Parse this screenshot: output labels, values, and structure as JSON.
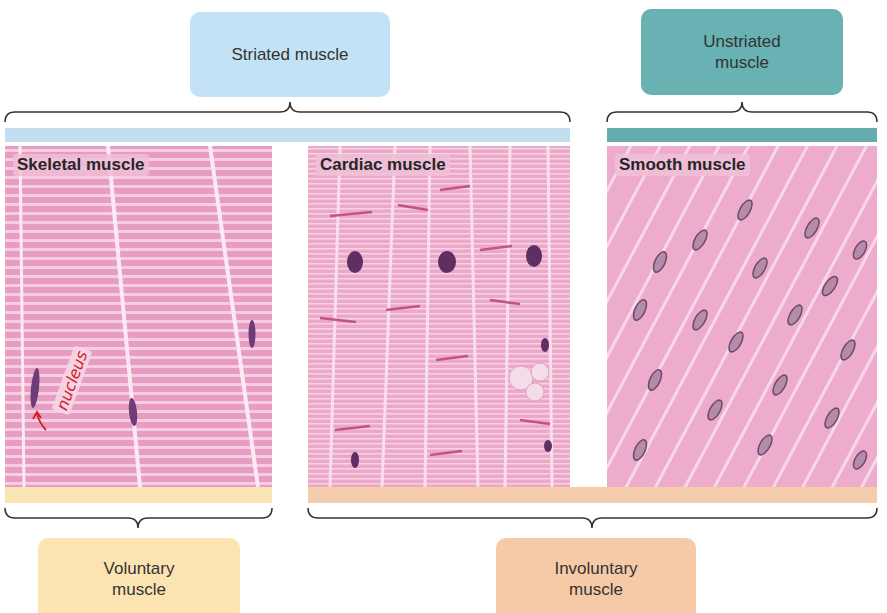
{
  "diagram": {
    "nodes": [
      {
        "text": [
          "Striated muscle"
        ]
      },
      {
        "text": [
          "Unstriated muscle"
        ]
      },
      {
        "text": [
          "Skeletal muscle"
        ]
      },
      {
        "text": [
          "Cardiac muscle"
        ]
      },
      {
        "text": [
          "Smooth muscle"
        ]
      },
      {
        "text": [
          "Voluntary muscle"
        ]
      },
      {
        "text": [
          "Involuntary muscle"
        ]
      }
    ],
    "labels": [
      "nucleus"
    ]
  }
}
